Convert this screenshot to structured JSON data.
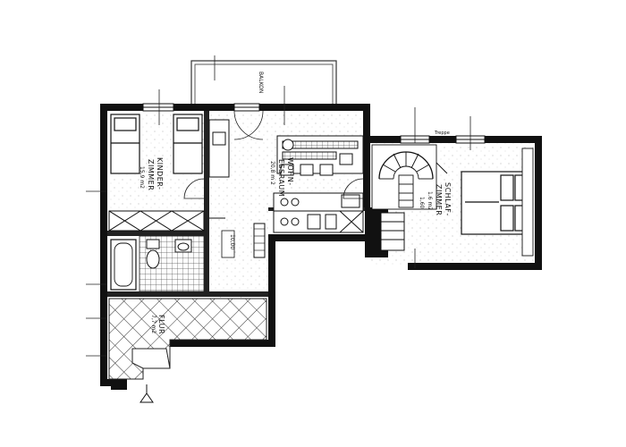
{
  "rooms": {
    "kinderzimmer": {
      "name_1": "KINDER-",
      "name_2": "ZIMMER",
      "area": "15,9 m2"
    },
    "wohnessraum": {
      "name_1": "WOHN-",
      "name_2": "ESSRAUM",
      "area": "20,8 m 2"
    },
    "schlafzimmer": {
      "name_1": "SCHLAF-",
      "name_2": "ZIMMER",
      "area": "1.6 m2"
    },
    "flur": {
      "name": "FLUR",
      "area": "7,7 m2"
    },
    "balkon": {
      "name": "BALKON"
    }
  },
  "annotations": {
    "height": "1,60",
    "hall_dim": "10,00",
    "stair_note": "Treppe"
  }
}
